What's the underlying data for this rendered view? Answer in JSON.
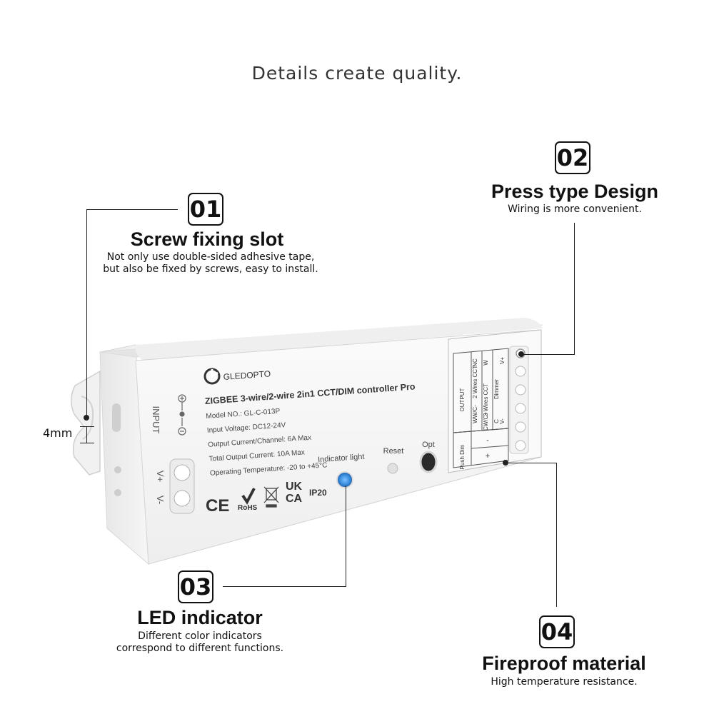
{
  "headline": "Details create quality.",
  "features": [
    {
      "number": "01",
      "title": "Screw fixing slot",
      "desc_lines": [
        "Not only use double-sided adhesive tape,",
        "but also be fixed by screws, easy to install."
      ]
    },
    {
      "number": "02",
      "title": "Press type Design",
      "desc_lines": [
        "Wiring is more convenient."
      ]
    },
    {
      "number": "03",
      "title": "LED indicator",
      "desc_lines": [
        "Different color indicators",
        "correspond to different functions."
      ]
    },
    {
      "number": "04",
      "title": "Fireproof material",
      "desc_lines": [
        "High temperature resistance."
      ]
    }
  ],
  "dimension_label": "4mm",
  "device": {
    "brand": "GLEDOPTO",
    "product_line": "ZIGBEE 3-wire/2-wire 2in1 CCT/DIM controller Pro",
    "model": "Model NO.: GL-C-013P",
    "input_voltage": "Input Voltage: DC12-24V",
    "output_current": "Output Current/Channel: 6A Max",
    "total_output": "Total Output Current: 10A Max",
    "operating_temp": "Operating Temperature: -20 to +45°C",
    "input_label": "INPUT",
    "vplus": "V+",
    "vminus": "V-",
    "indicator_label": "Indicator light",
    "reset_label": "Reset",
    "opt_label": "Opt",
    "ip_rating": "IP20",
    "cert_ce": "CE",
    "cert_rohs": "RoHS",
    "cert_ukca_top": "UK",
    "cert_ukca_bottom": "CA",
    "output_header": "OUTPUT",
    "output_col_2wire": "2 Wires CCT",
    "output_col_3wire": "3 Wires CCT",
    "output_col_dimmer": "Dimmer",
    "push_dim": "Push Dim",
    "terminal_minus": "-",
    "terminal_plus": "+",
    "term_ww": "WW/C-",
    "term_cw": "CW/C+",
    "term_nc": "NC",
    "term_w": "W",
    "term_c": "C",
    "term_vplus": "V+",
    "term_vminus": "V-"
  },
  "colors": {
    "indicator_led": "#3a8fe0",
    "accent": "#111111"
  }
}
